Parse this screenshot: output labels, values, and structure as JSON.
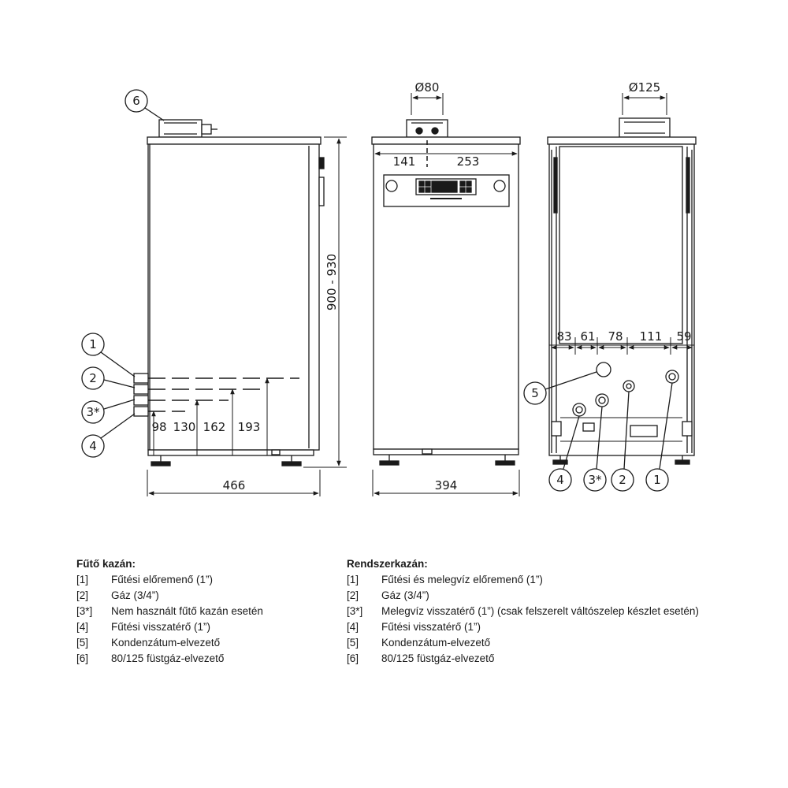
{
  "side_view": {
    "callouts": [
      "6",
      "1",
      "2",
      "3*",
      "4"
    ],
    "dims": {
      "height": "900 - 930",
      "width": "466",
      "d98": "98",
      "d130": "130",
      "d162": "162",
      "d193": "193"
    }
  },
  "front_view": {
    "dims": {
      "flue": "Ø80",
      "left": "141",
      "right": "253",
      "width": "394"
    }
  },
  "rear_view": {
    "dims": {
      "flue": "Ø125",
      "d83": "83",
      "d61": "61",
      "d78": "78",
      "d111": "111",
      "d59": "59"
    },
    "callouts": [
      "5",
      "4",
      "3*",
      "2",
      "1"
    ]
  },
  "legend_boiler": {
    "title": "Fűtő kazán:",
    "items": [
      {
        "key": "[1]",
        "text": "Fűtési előremenő (1”)"
      },
      {
        "key": "[2]",
        "text": "Gáz (3/4”)"
      },
      {
        "key": "[3*]",
        "text": "Nem használt fűtő kazán esetén"
      },
      {
        "key": "[4]",
        "text": "Fűtési visszatérő (1”)"
      },
      {
        "key": "[5]",
        "text": "Kondenzátum-elvezető"
      },
      {
        "key": "[6]",
        "text": "80/125 füstgáz-elvezető"
      }
    ]
  },
  "legend_system": {
    "title": "Rendszerkazán:",
    "items": [
      {
        "key": "[1]",
        "text": "Fűtési és melegvíz előremenő (1”)"
      },
      {
        "key": "[2]",
        "text": "Gáz (3/4”)"
      },
      {
        "key": "[3*]",
        "text": "Melegvíz visszatérő (1”) (csak felszerelt váltószelep készlet esetén)"
      },
      {
        "key": "[4]",
        "text": "Fűtési visszatérő (1”)"
      },
      {
        "key": "[5]",
        "text": "Kondenzátum-elvezető"
      },
      {
        "key": "[6]",
        "text": "80/125 füstgáz-elvezető"
      }
    ]
  }
}
